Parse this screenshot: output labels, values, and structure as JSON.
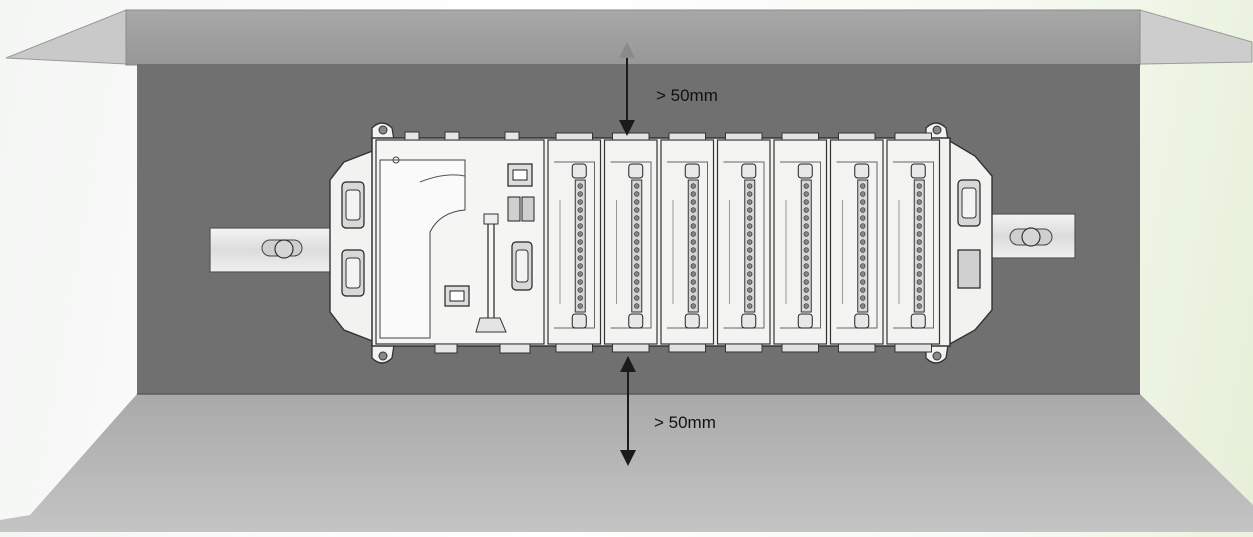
{
  "clearance": {
    "top_label": "> 50mm",
    "bottom_label": "> 50mm"
  },
  "device": {
    "io_slot_count": 7
  },
  "colors": {
    "cabinet_panel": "#707070",
    "cabinet_top": "#a0a0a0",
    "cabinet_floor": "#b9b9b9",
    "device_body": "#f2f2f0",
    "rail": "#e4e4e4",
    "arrow": "#1a1a1a"
  },
  "icons": {
    "arrow_up": "arrow-up-icon",
    "arrow_down": "arrow-down-icon",
    "ethernet_port": "ethernet-port-icon",
    "serial_port": "db9-connector-icon",
    "usb_port": "usb-port-icon"
  }
}
